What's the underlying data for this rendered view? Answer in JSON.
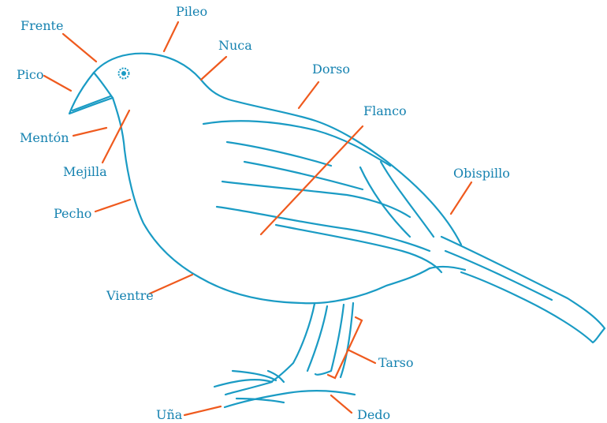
{
  "colors": {
    "bird": "#1a9bc4",
    "leader": "#ef5a1e",
    "label": "#1582b0",
    "eye": "#1a9bc4"
  },
  "labels": {
    "frente": "Frente",
    "pileo": "Pileo",
    "nuca": "Nuca",
    "pico": "Pico",
    "dorso": "Dorso",
    "flanco": "Flanco",
    "menton": "Mentón",
    "mejilla": "Mejilla",
    "obispillo": "Obispillo",
    "pecho": "Pecho",
    "vientre": "Vientre",
    "tarso": "Tarso",
    "una": "Uña",
    "dedo": "Dedo"
  }
}
